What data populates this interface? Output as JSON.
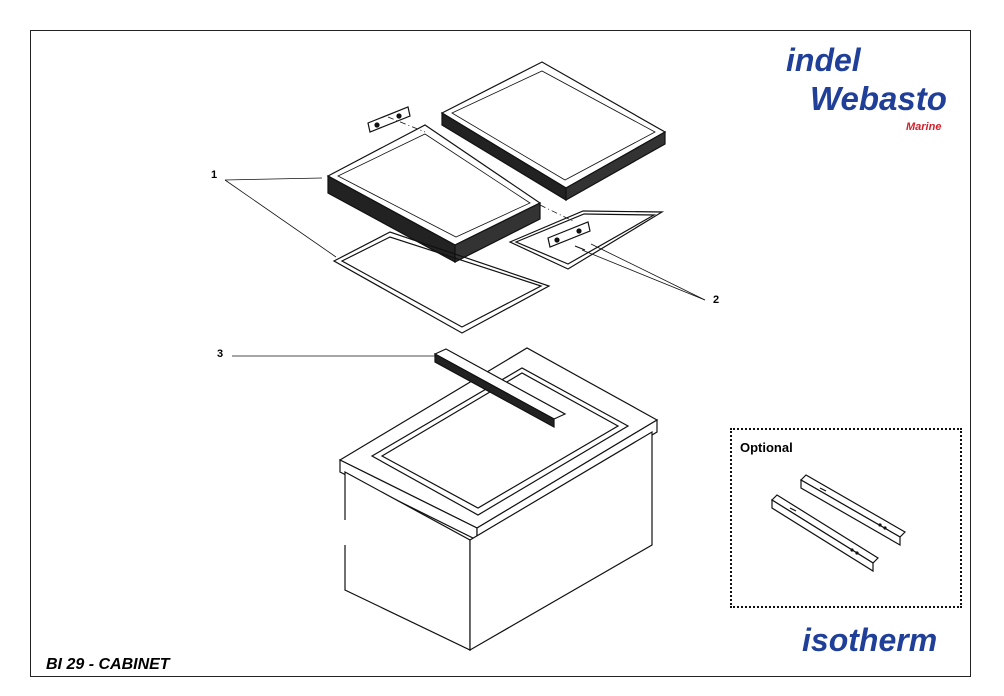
{
  "title": "BI 29 - CABINET",
  "callouts": {
    "one": "1",
    "two": "2",
    "three": "3"
  },
  "optional": {
    "label": "Optional"
  },
  "logos": {
    "indel_line1": "indel",
    "indel_line2": "Webasto",
    "indel_marine": "Marine",
    "isotherm": "isotherm",
    "brand_blue": "#1f3f99",
    "brand_red": "#d21f2a"
  }
}
